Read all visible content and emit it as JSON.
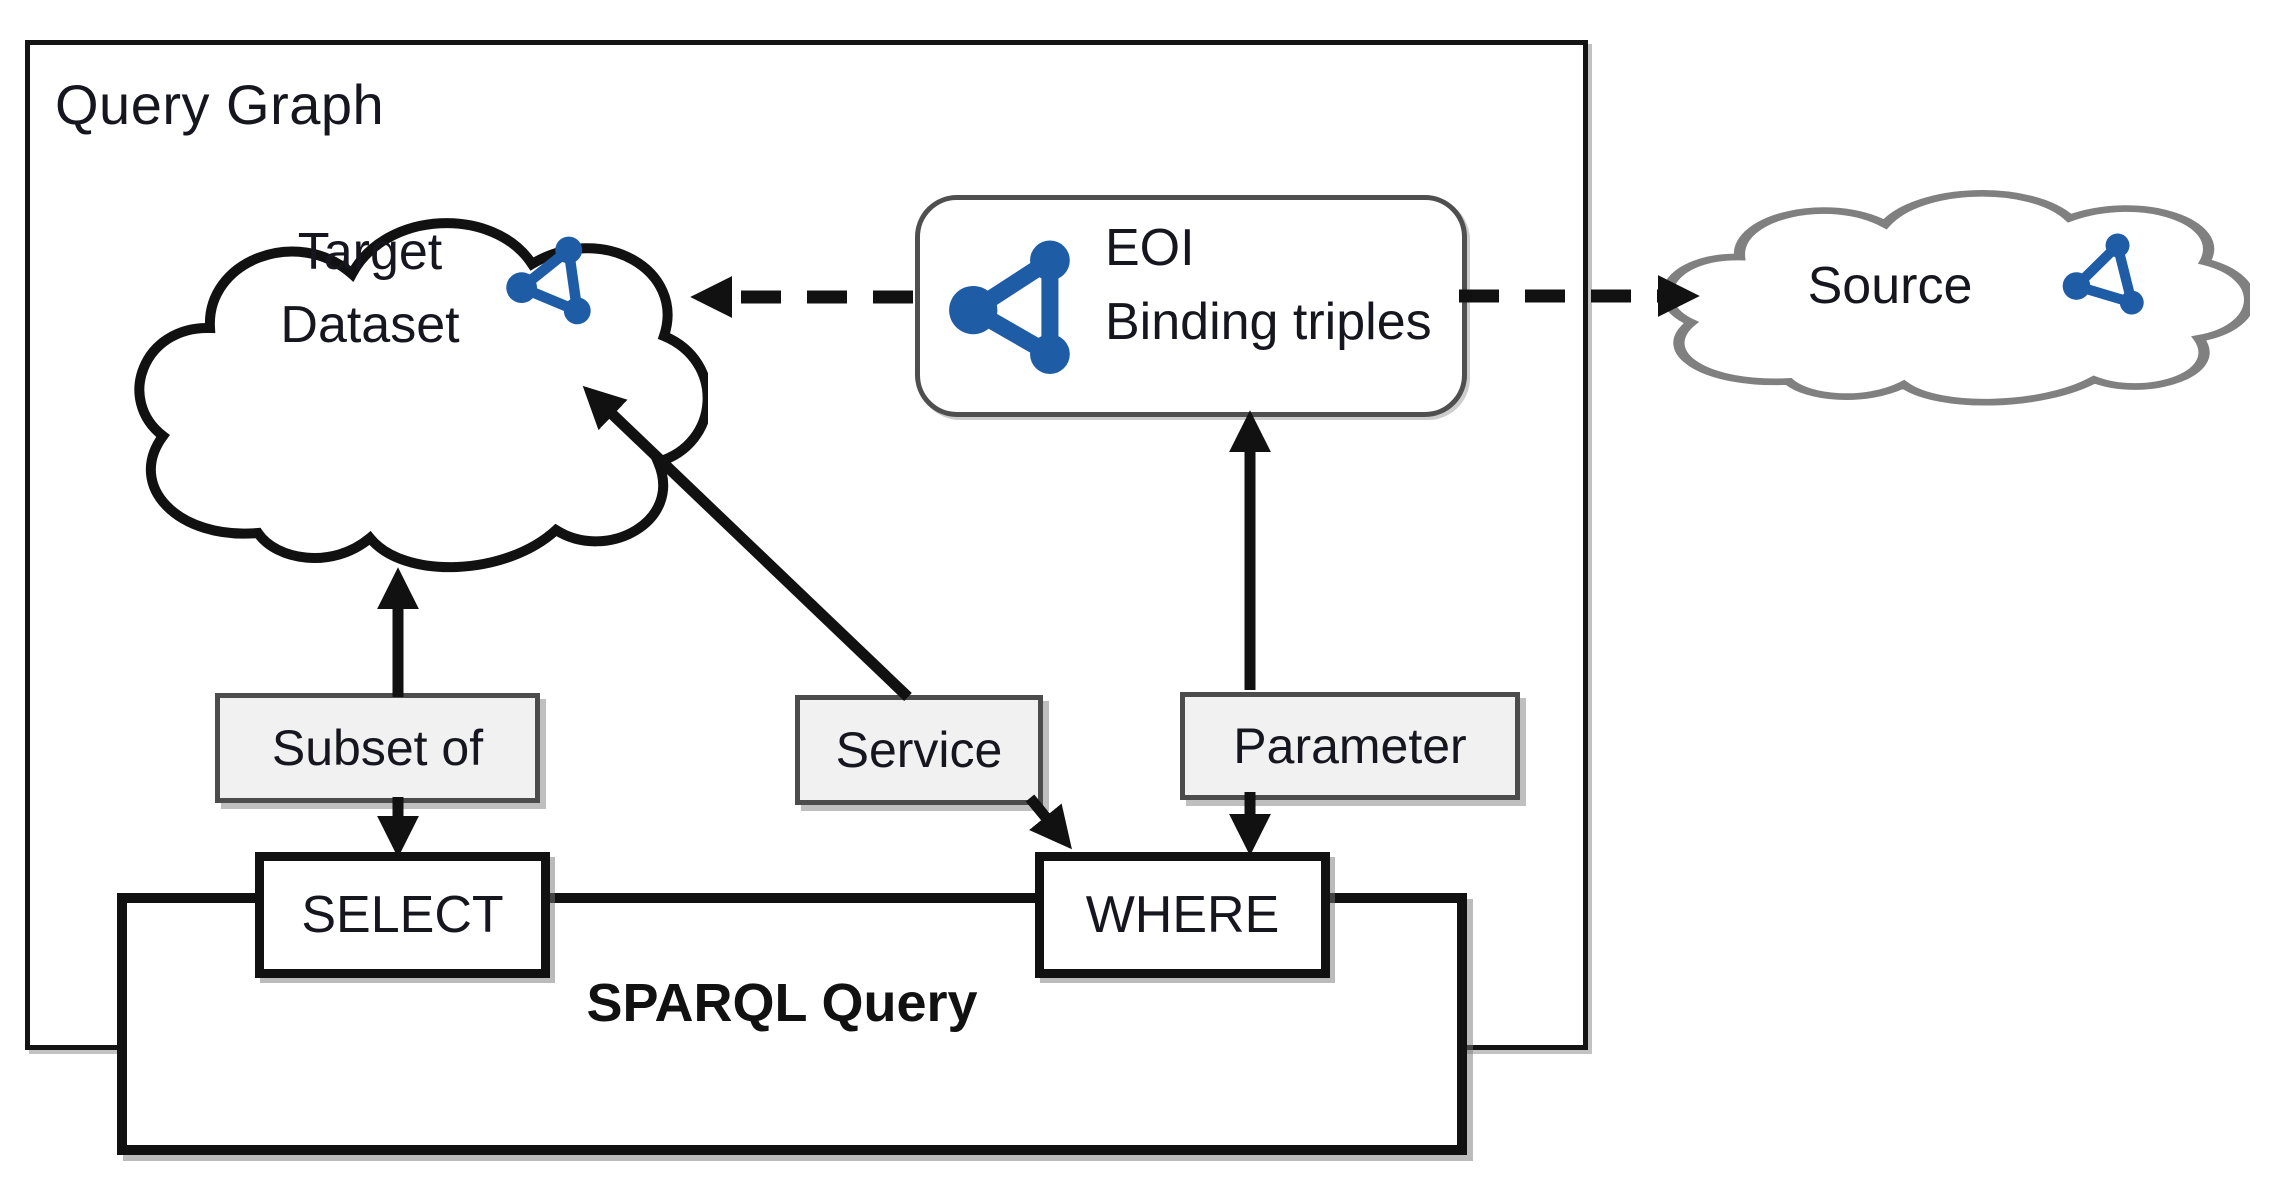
{
  "figure": {
    "outer_label": "Query Graph",
    "clouds": {
      "target": {
        "line1": "Target",
        "line2": "Dataset"
      },
      "source": {
        "label": "Source"
      }
    },
    "eoi_box": {
      "line1": "EOI",
      "line2": "Binding triples"
    },
    "relation_boxes": {
      "subset_of": "Subset of",
      "service": "Service",
      "parameter": "Parameter"
    },
    "query_boxes": {
      "select": "SELECT",
      "where": "WHERE",
      "sparql": "SPARQL Query"
    },
    "icons": {
      "rdf_graph": "rdf-graph-icon"
    },
    "colors": {
      "icon_blue": "#1e5ca6",
      "target_cloud_stroke": "#111111",
      "source_cloud_stroke": "#808080",
      "relation_box_fill": "#f1f1f1",
      "line_black": "#111111"
    }
  }
}
